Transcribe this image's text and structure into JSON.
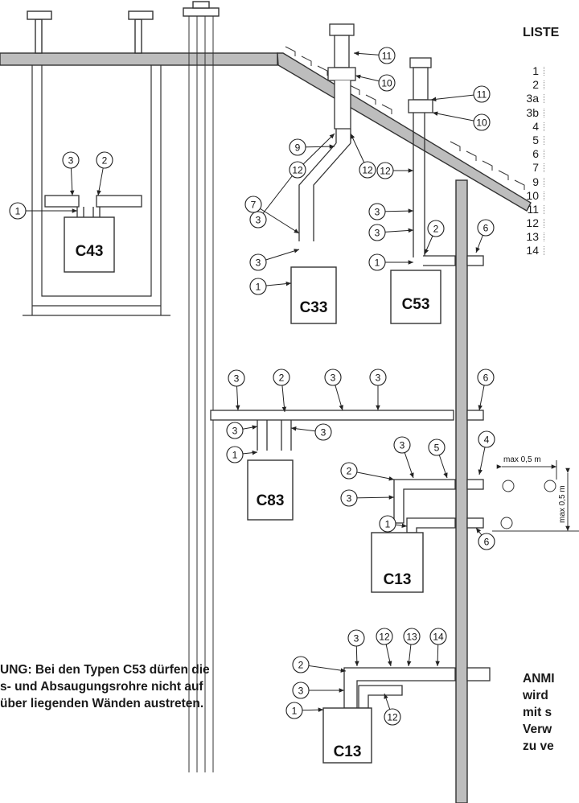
{
  "legend": {
    "title": "LISTE",
    "items": [
      "1",
      "2",
      "3a",
      "3b",
      "4",
      "5",
      "6",
      "7",
      "9",
      "10",
      "11",
      "12",
      "13",
      "14"
    ]
  },
  "boilers": {
    "c43": "C43",
    "c33": "C33",
    "c53": "C53",
    "c83": "C83",
    "c13_upper": "C13",
    "c13_lower": "C13"
  },
  "dimensions": {
    "horizontal": "max 0,5 m",
    "vertical": "max 0,5 m"
  },
  "callouts": {
    "c43": [
      "1",
      "2",
      "3"
    ],
    "c33": [
      "1",
      "3",
      "3",
      "7",
      "9",
      "10",
      "11",
      "12",
      "12"
    ],
    "c53": [
      "1",
      "2",
      "3",
      "3",
      "6",
      "10",
      "11",
      "12"
    ],
    "c83": [
      "1",
      "2",
      "3",
      "3",
      "3",
      "3",
      "3",
      "6"
    ],
    "c13_upper": [
      "1",
      "2",
      "3",
      "3",
      "4",
      "5",
      "6"
    ],
    "c13_lower": [
      "1",
      "2",
      "3",
      "3",
      "12",
      "12",
      "13",
      "14"
    ]
  },
  "notes": {
    "left": [
      "UNG: Bei den Typen C53 dürfen die",
      "s- und Absaugungsrohre nicht auf",
      "über liegenden Wänden austreten."
    ],
    "right": [
      "ANMI",
      "wird",
      "mit s",
      "Verw",
      "zu ve"
    ]
  }
}
